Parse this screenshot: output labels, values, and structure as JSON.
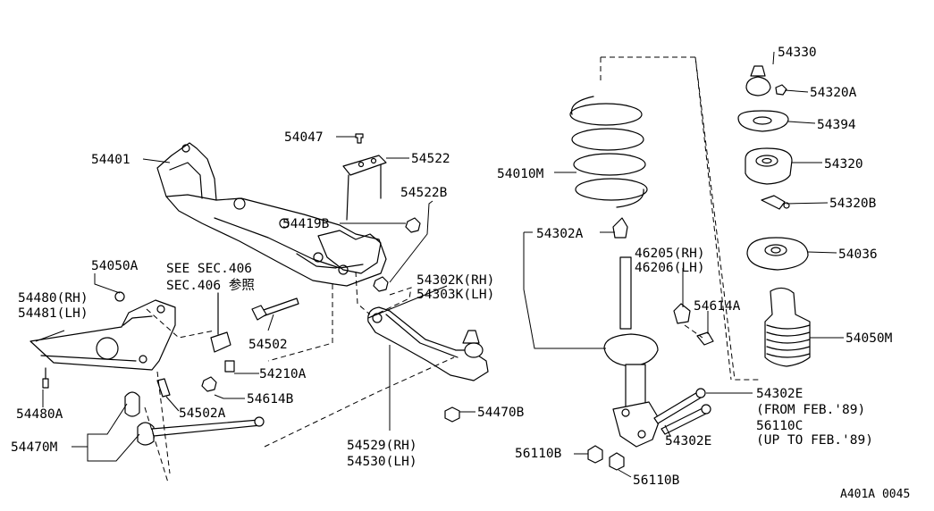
{
  "diagram_id": "A401A 0045",
  "labels": {
    "l54330": "54330",
    "l54320A": "54320A",
    "l54394": "54394",
    "l54320": "54320",
    "l54320B": "54320B",
    "l54036": "54036",
    "l54050M": "54050M",
    "l54010M": "54010M",
    "l54302A": "54302A",
    "l46205": "46205(RH)",
    "l46206": "46206(LH)",
    "l54614A": "54614A",
    "l54302K": "54302K(RH)",
    "l54303K": "54303K(LH)",
    "l54302E_a": "54302E",
    "l_from89": "(FROM FEB.'89)",
    "l56110C": "56110C",
    "l_upto89": "(UP TO FEB.'89)",
    "l54302E_b": "54302E",
    "l56110B_a": "56110B",
    "l56110B_b": "56110B",
    "l54470B": "54470B",
    "l54529": "54529(RH)",
    "l54530": "54530(LH)",
    "l54047": "54047",
    "l54522": "54522",
    "l54522B": "54522B",
    "l54401": "54401",
    "l54419B": "54419B",
    "l54502": "54502",
    "l54210A": "54210A",
    "l54614B": "54614B",
    "l54502A": "54502A",
    "l54050A": "54050A",
    "l54480": "54480(RH)",
    "l54481": "54481(LH)",
    "l54480A": "54480A",
    "l54470M": "54470M",
    "see_sec": "SEE SEC.406",
    "sec406_ref": "SEC.406 参照"
  }
}
